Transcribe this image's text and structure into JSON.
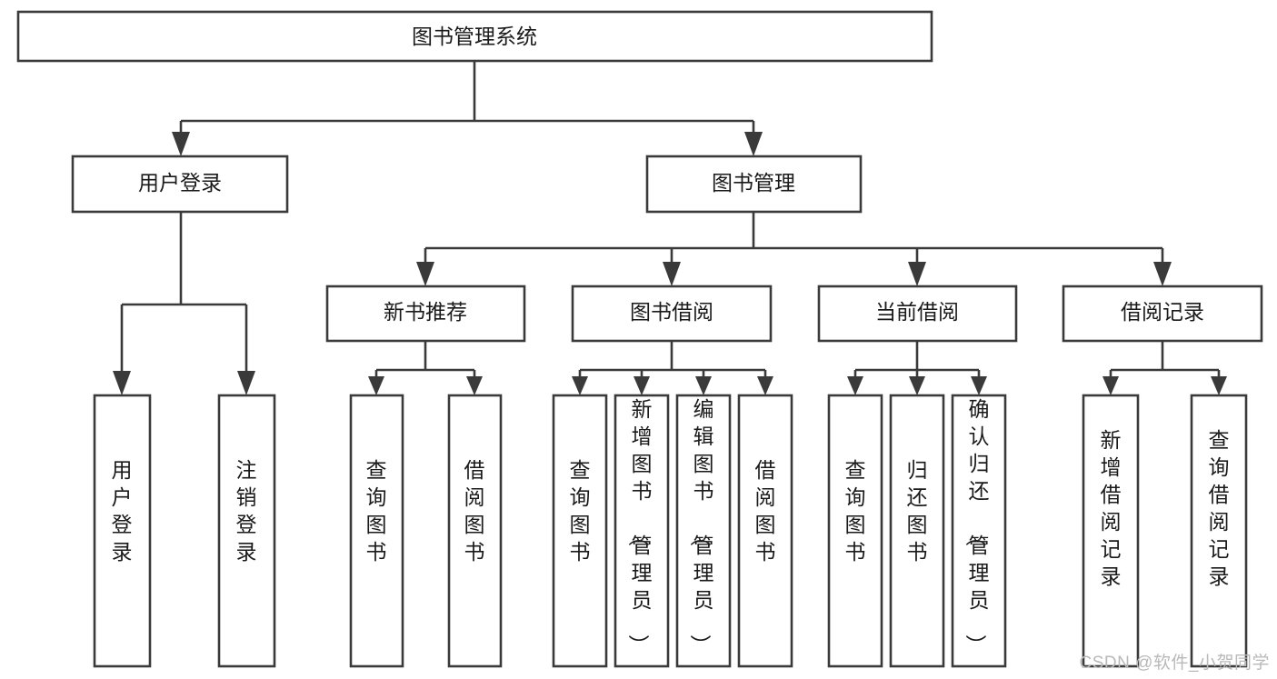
{
  "diagram": {
    "title": "图书管理系统",
    "type": "tree",
    "watermark": "CSDN @软件_小贺同学",
    "colors": {
      "stroke": "#3a3a3a",
      "box_fill": "#ffffff",
      "text": "#1a1a1a",
      "background": "#ffffff",
      "watermark": "#b9b9b9"
    },
    "nodes": {
      "root": {
        "label": "图书管理系统",
        "orientation": "horizontal"
      },
      "level2": [
        {
          "id": "user-login",
          "label": "用户登录",
          "orientation": "horizontal"
        },
        {
          "id": "book-management",
          "label": "图书管理",
          "orientation": "horizontal"
        }
      ],
      "level3": [
        {
          "id": "new-book-recommend",
          "label": "新书推荐",
          "orientation": "horizontal"
        },
        {
          "id": "book-borrow",
          "label": "图书借阅",
          "orientation": "horizontal"
        },
        {
          "id": "current-borrow",
          "label": "当前借阅",
          "orientation": "horizontal"
        },
        {
          "id": "borrow-record",
          "label": "借阅记录",
          "orientation": "horizontal"
        }
      ],
      "leaves": [
        {
          "id": "leaf-user-login",
          "parent": "user-login",
          "label": "用户登录",
          "orientation": "vertical"
        },
        {
          "id": "leaf-user-logout",
          "parent": "user-login",
          "label": "注销登录",
          "orientation": "vertical"
        },
        {
          "id": "leaf-query-book-1",
          "parent": "new-book-recommend",
          "label": "查询图书",
          "orientation": "vertical"
        },
        {
          "id": "leaf-borrow-book-1",
          "parent": "new-book-recommend",
          "label": "借阅图书",
          "orientation": "vertical"
        },
        {
          "id": "leaf-query-book-2",
          "parent": "book-borrow",
          "label": "查询图书",
          "orientation": "vertical"
        },
        {
          "id": "leaf-add-book",
          "parent": "book-borrow",
          "label": "新增图书（管理员）",
          "orientation": "vertical"
        },
        {
          "id": "leaf-edit-book",
          "parent": "book-borrow",
          "label": "编辑图书（管理员）",
          "orientation": "vertical"
        },
        {
          "id": "leaf-borrow-book-2",
          "parent": "book-borrow",
          "label": "借阅图书",
          "orientation": "vertical"
        },
        {
          "id": "leaf-query-book-3",
          "parent": "current-borrow",
          "label": "查询图书",
          "orientation": "vertical"
        },
        {
          "id": "leaf-return-book",
          "parent": "current-borrow",
          "label": "归还图书",
          "orientation": "vertical"
        },
        {
          "id": "leaf-confirm-return",
          "parent": "current-borrow",
          "label": "确认归还（管理员）",
          "orientation": "vertical"
        },
        {
          "id": "leaf-add-record",
          "parent": "borrow-record",
          "label": "新增借阅记录",
          "orientation": "vertical"
        },
        {
          "id": "leaf-query-record",
          "parent": "borrow-record",
          "label": "查询借阅记录",
          "orientation": "vertical"
        }
      ]
    }
  }
}
